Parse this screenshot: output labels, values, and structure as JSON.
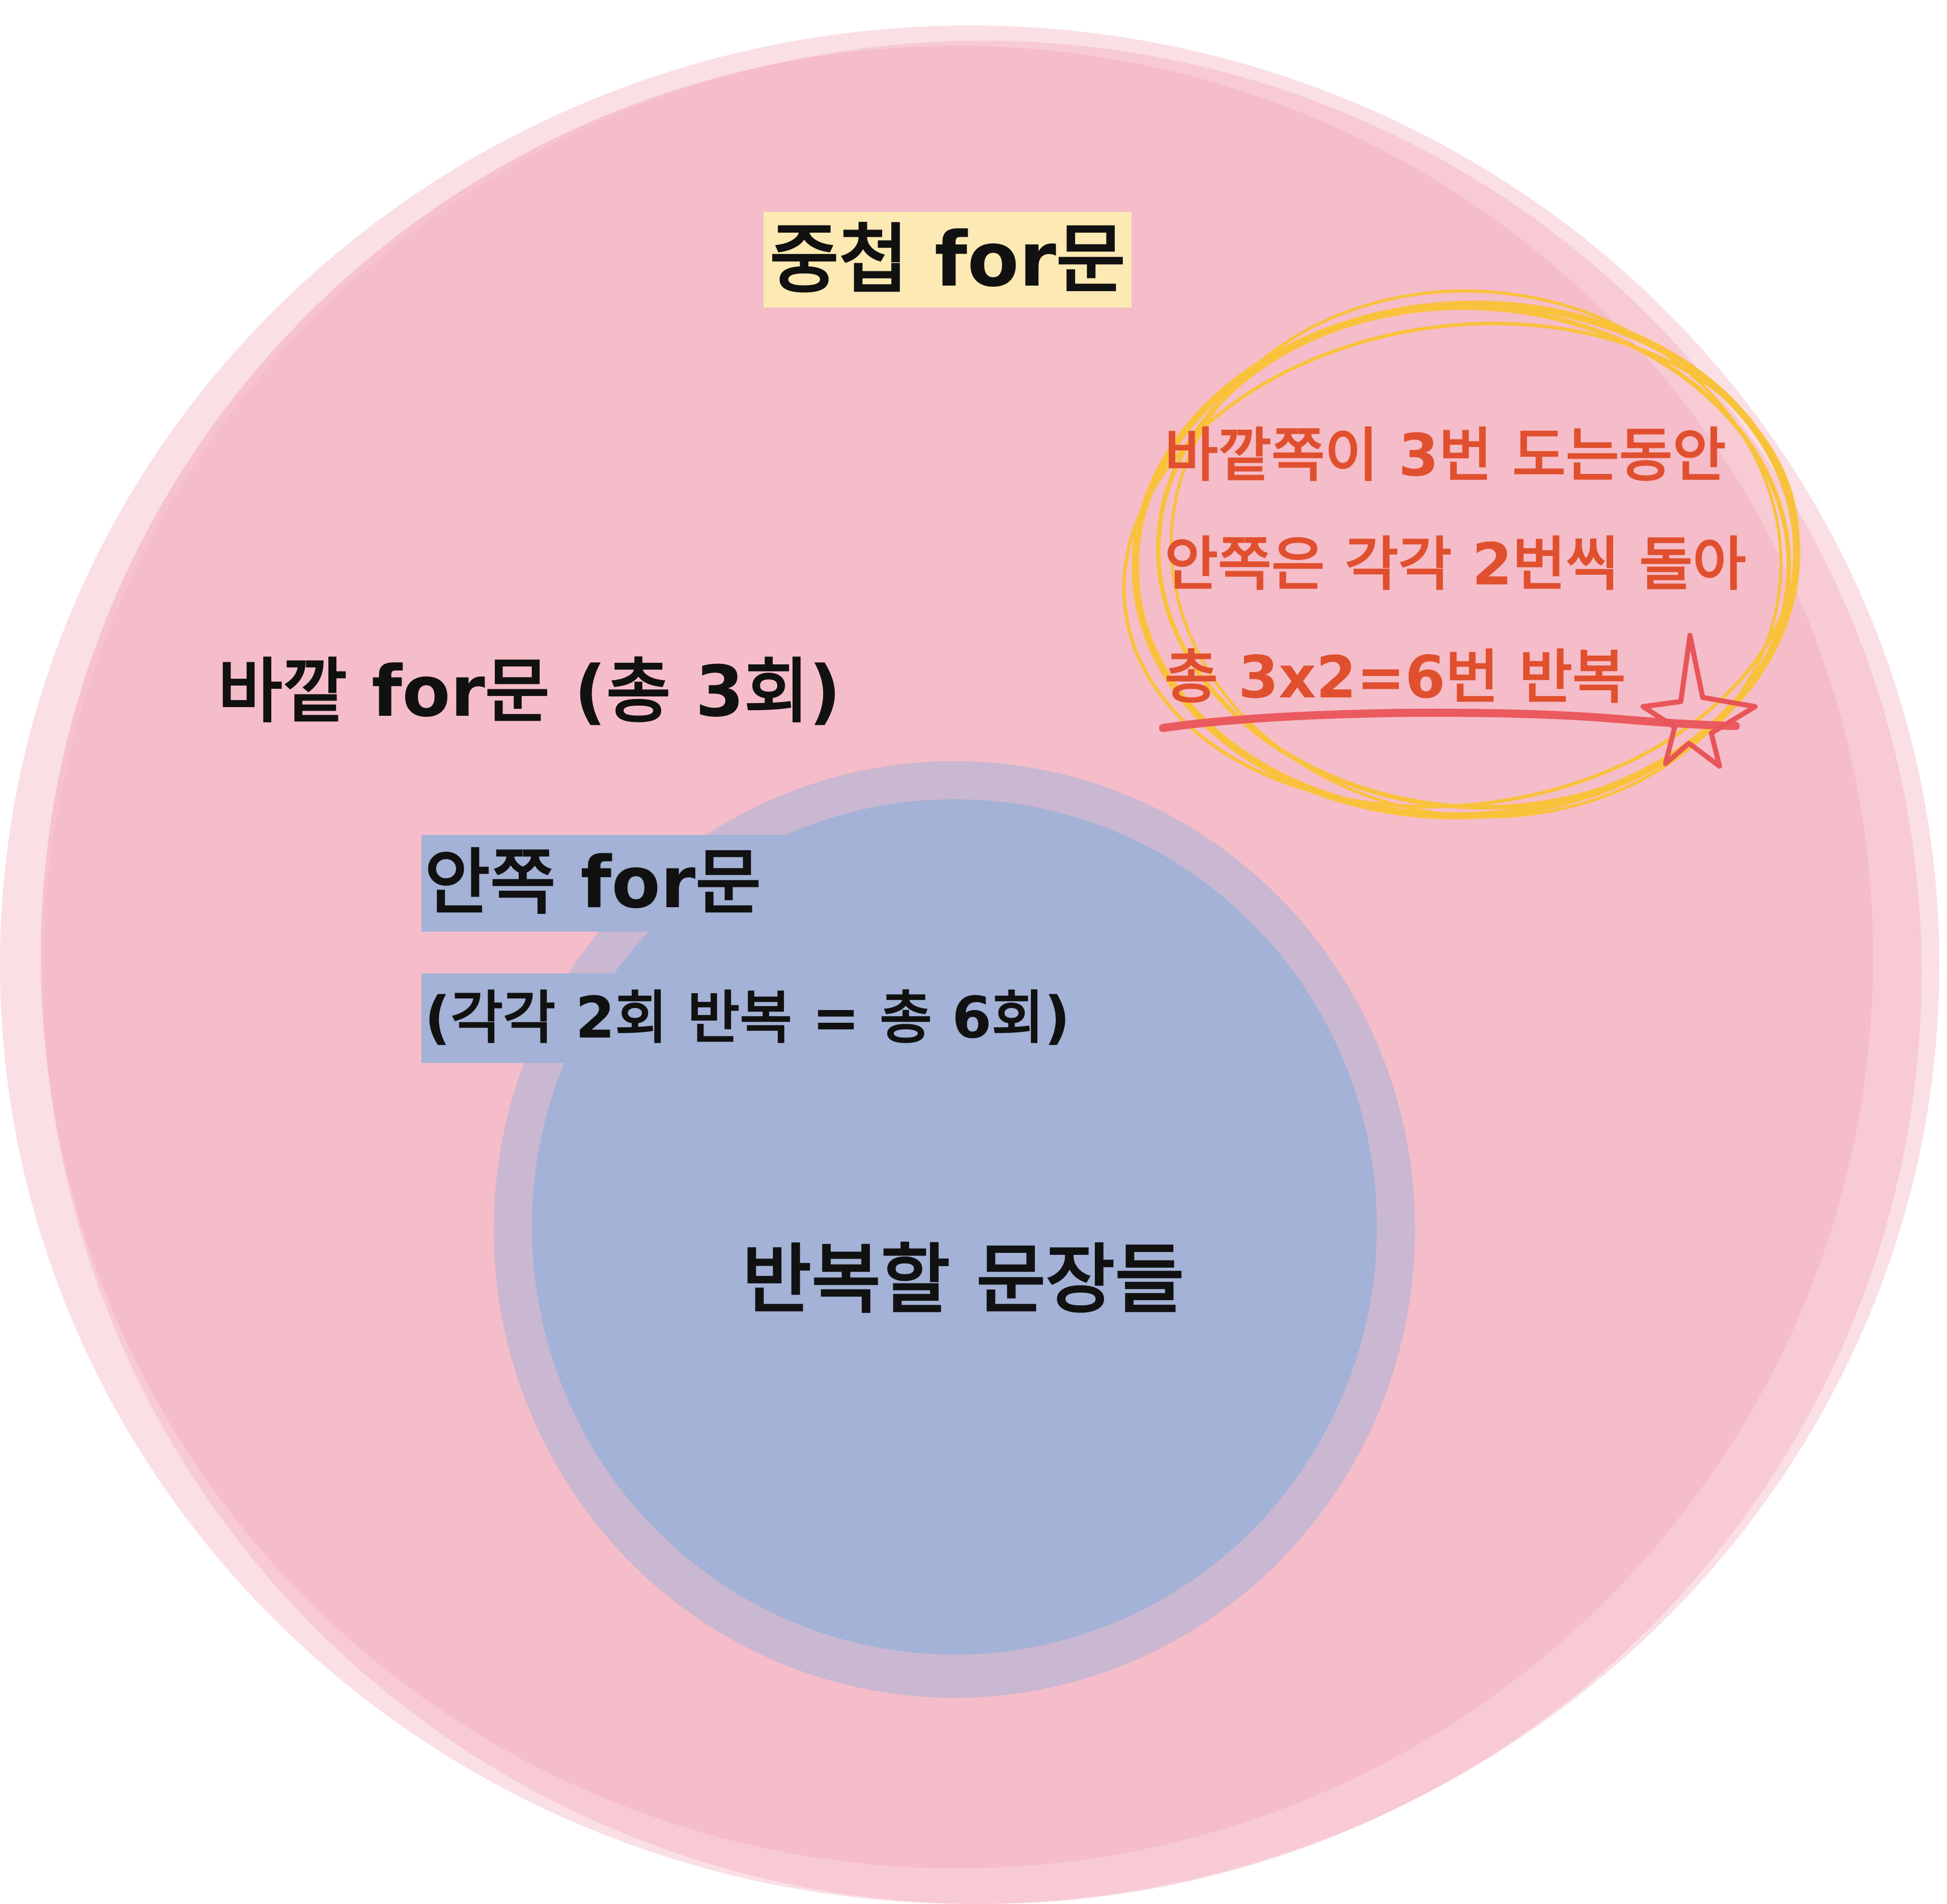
{
  "title": "중첩 for문",
  "outer_loop": {
    "label": "바깥 for문 (총 3회)"
  },
  "inner_loop": {
    "label": "안쪽 for문",
    "sub_label": "(각각 2회 반복 = 총 6회)"
  },
  "core": {
    "label": "반복할 문장들"
  },
  "note": {
    "lines": [
      "바깥쪽이 3번 도는동안",
      "안쪽은 각각 2번씩 돌아",
      "총 3x2=6번 반복"
    ]
  },
  "colors": {
    "outer_circle": "#f4b8c6",
    "inner_circle": "#a3b2d6",
    "title_highlight": "#fde9b4",
    "note_text": "#e0502e",
    "note_scribble": "#f9c23c",
    "underline": "#ea5a5f"
  }
}
